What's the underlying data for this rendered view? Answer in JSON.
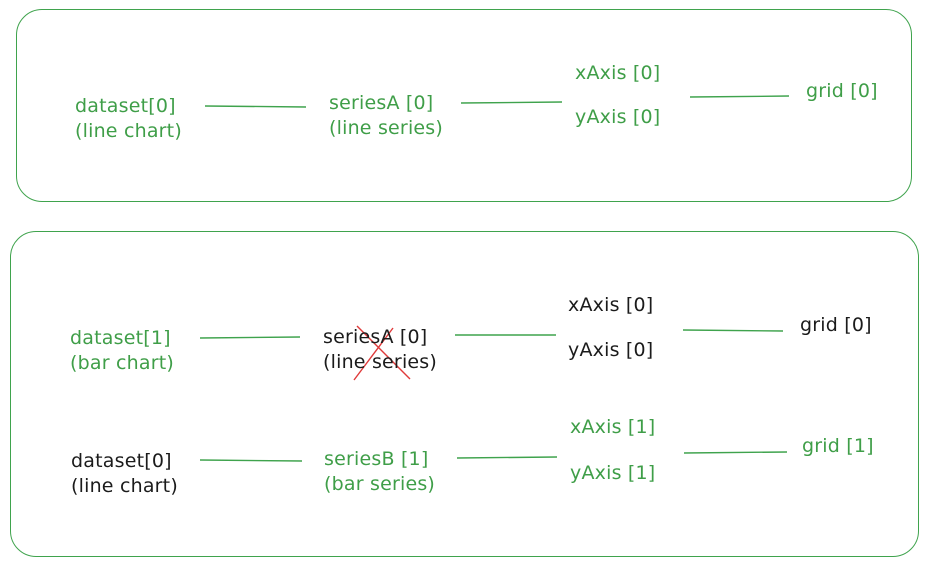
{
  "colors": {
    "accent_green": "#3f9e48",
    "text_black": "#1b1b1b",
    "strike_red": "#e03a3a"
  },
  "box1": {
    "dataset": {
      "line1": "dataset[0]",
      "line2": "(line chart)"
    },
    "series": {
      "line1": "seriesA [0]",
      "line2": "(line series)"
    },
    "xaxis": "xAxis [0]",
    "yaxis": "yAxis [0]",
    "grid": "grid [0]"
  },
  "box2": {
    "row1": {
      "dataset": {
        "line1": "dataset[1]",
        "line2": "(bar chart)"
      },
      "series": {
        "line1": "seriesA [0]",
        "line2": "(line series)",
        "struck_out": true
      },
      "xaxis": "xAxis [0]",
      "yaxis": "yAxis [0]",
      "grid": "grid [0]"
    },
    "row2": {
      "dataset": {
        "line1": "dataset[0]",
        "line2": "(line chart)"
      },
      "series": {
        "line1": "seriesB [1]",
        "line2": "(bar series)"
      },
      "xaxis": "xAxis [1]",
      "yaxis": "yAxis [1]",
      "grid": "grid [1]"
    }
  }
}
